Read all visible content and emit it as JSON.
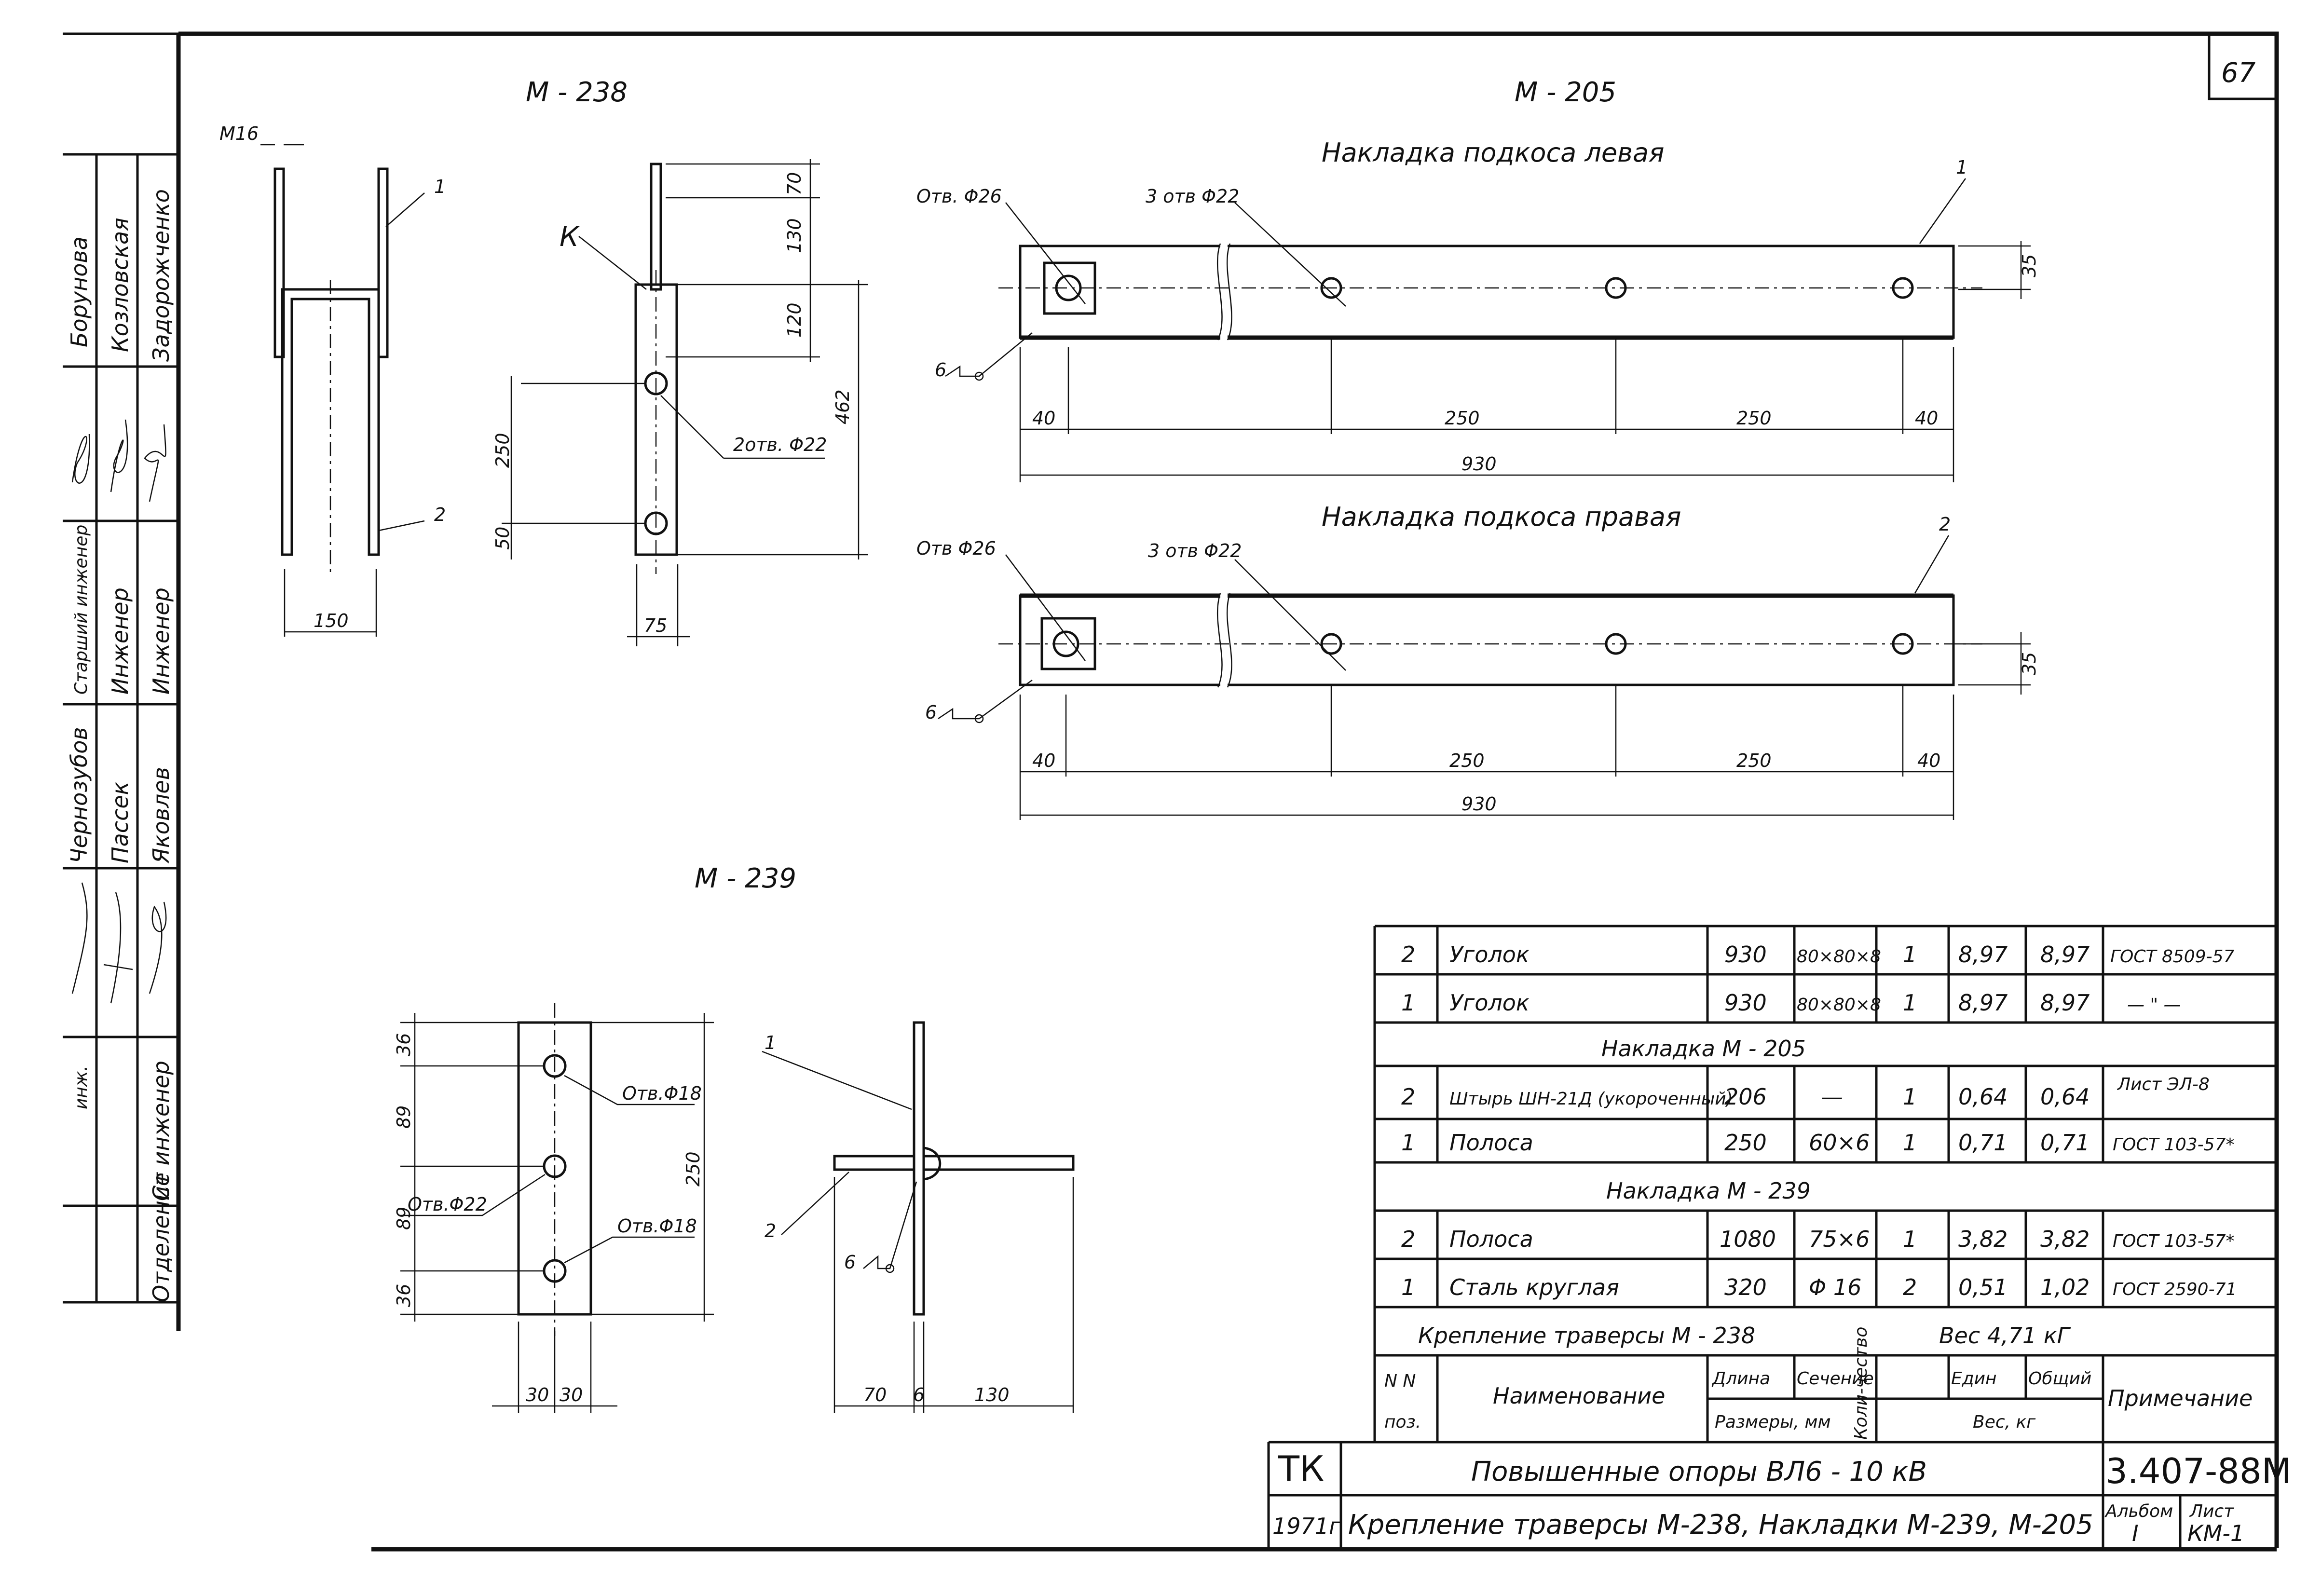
{
  "sheet_number": "67",
  "views": {
    "m238": {
      "title": "М - 238",
      "bolt_label": "М16",
      "callout_k": "К",
      "dims": {
        "d70": "70",
        "d130": "130",
        "d120": "120",
        "d462": "462",
        "d250": "250",
        "d50": "50",
        "d150": "150",
        "d75": "75"
      },
      "hole_label": "2отв. Φ22",
      "pos1": "1",
      "pos2": "2"
    },
    "m205": {
      "title": "М - 205",
      "left": {
        "title": "Накладка   подкоса   левая",
        "hole_big": "Отв. Φ26",
        "holes_small": "3 отв  Φ22",
        "weld": "6",
        "pos": "1",
        "dims": {
          "d35": "35",
          "d40a": "40",
          "d250a": "250",
          "d250b": "250",
          "d40b": "40",
          "d930": "930"
        }
      },
      "right": {
        "title": "Накладка   подкоса   правая",
        "hole_big": "Отв  Φ26",
        "holes_small": "3 отв  Φ22",
        "weld": "6",
        "pos": "2",
        "dims": {
          "d35": "35",
          "d40a": "40",
          "d250a": "250",
          "d250b": "250",
          "d40b": "40",
          "d930": "930"
        }
      }
    },
    "m239": {
      "title": "М - 239",
      "dims": {
        "d36a": "36",
        "d89a": "89",
        "d89b": "89",
        "d36b": "36",
        "d250": "250",
        "d30a": "30",
        "d30b": "30",
        "d70": "70",
        "d6": "6",
        "d130": "130"
      },
      "hole18a": "Отв.Φ18",
      "hole22": "Отв.Φ22",
      "hole18b": "Отв.Φ18",
      "pos1": "1",
      "pos2": "2",
      "weld": "6"
    }
  },
  "side_stamp": {
    "col_roles": [
      "Ст инженер",
      "Инженер",
      "Инженер"
    ],
    "col_names1": [
      "Борунова",
      "Козловская",
      "Задорожченко"
    ],
    "col_roles2": [
      "Старший инженер",
      "Инженер",
      "Инженер"
    ],
    "col_names2": [
      "Чернозубов",
      "Пассек",
      "Яковлев"
    ],
    "extra_labels": [
      "инж.",
      "Ст инженер",
      "Отделение"
    ]
  },
  "spec_table": {
    "rows": [
      {
        "pos": "2",
        "name": "Уголок",
        "len": "930",
        "section": "80×80×8",
        "qty": "1",
        "unit": "8,97",
        "total": "8,97",
        "note": "ГОСТ 8509-57"
      },
      {
        "pos": "1",
        "name": "Уголок",
        "len": "930",
        "section": "80×80×8",
        "qty": "1",
        "unit": "8,97",
        "total": "8,97",
        "note": "— \" —"
      }
    ],
    "group1": "Накладка     М - 205",
    "rows2": [
      {
        "pos": "2",
        "name": "Штырь  ШН-21Д (укороченный)",
        "len": "206",
        "section": "—",
        "qty": "1",
        "unit": "0,64",
        "total": "0,64",
        "note": "Лист ЭЛ-8"
      },
      {
        "pos": "1",
        "name": "Полоса",
        "len": "250",
        "section": "60×6",
        "qty": "1",
        "unit": "0,71",
        "total": "0,71",
        "note": "ГОСТ 103-57*"
      }
    ],
    "group2": "Накладка     М - 239",
    "rows3": [
      {
        "pos": "2",
        "name": "Полоса",
        "len": "1080",
        "section": "75×6",
        "qty": "1",
        "unit": "3,82",
        "total": "3,82",
        "note": "ГОСТ 103-57*"
      },
      {
        "pos": "1",
        "name": "Сталь  круглая",
        "len": "320",
        "section": "Φ 16",
        "qty": "2",
        "unit": "0,51",
        "total": "1,02",
        "note": "ГОСТ 2590-71"
      }
    ],
    "group3": "Крепление   траверсы    М - 238",
    "group3_weight": "Вес  4,71 кГ",
    "header": {
      "pos": "N N",
      "pos2": "поз.",
      "name": "Наименование",
      "len": "Длина",
      "section": "Сечение",
      "sizes": "Размеры, мм",
      "qty": "Коли-чество",
      "unit": "Един",
      "total": "Общий",
      "weight": "Вес, кг",
      "note": "Примечание"
    }
  },
  "title_block": {
    "org": "ТК",
    "project": "Повышенные   опоры   ВЛ6 - 10 кВ",
    "code": "3.407-88М",
    "year": "1971г",
    "sheet_title": "Крепление  траверсы  М-238,   Накладки  М-239,  М-205",
    "album_label": "Альбом",
    "album_value": "I",
    "list_label": "Лист",
    "list_value": "КМ-1"
  }
}
